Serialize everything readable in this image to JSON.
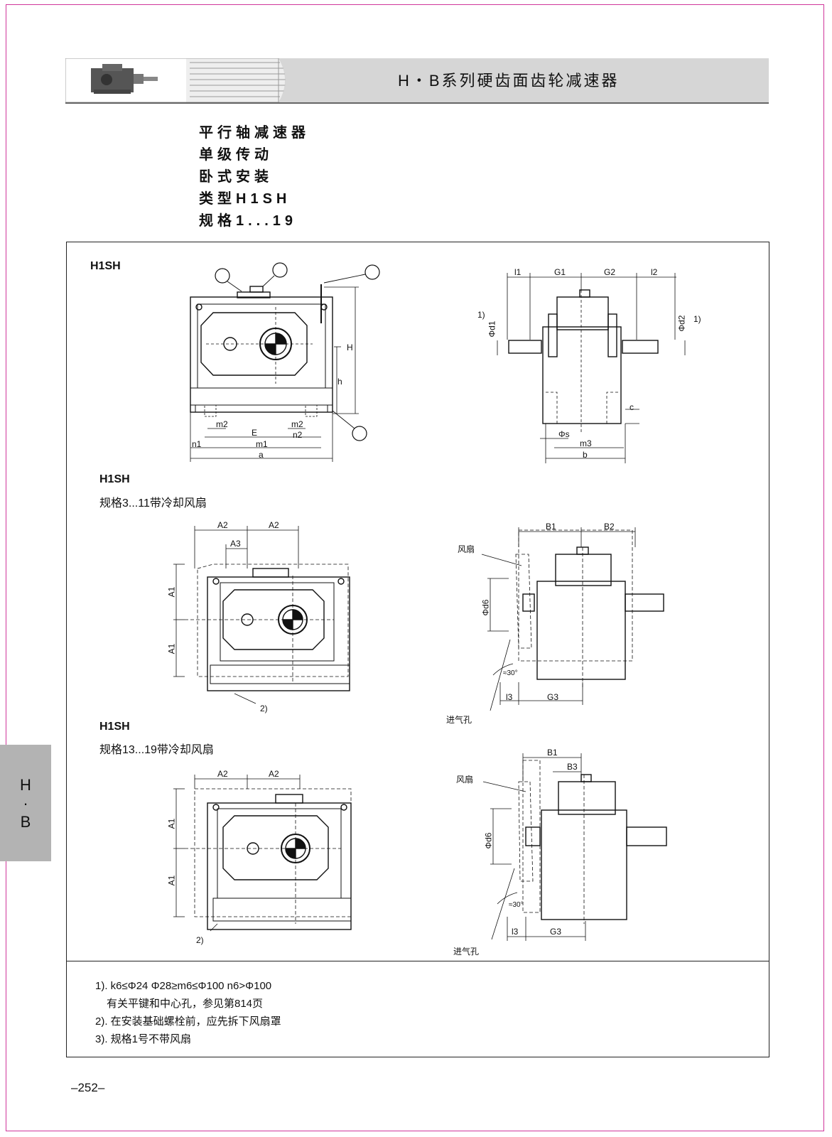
{
  "header": {
    "title": "H・B系列硬齿面齿轮减速器"
  },
  "subtitles": [
    "平行轴减速器",
    "单级传动",
    "卧式安装",
    "类型H1SH",
    "规格1...19"
  ],
  "sections": [
    {
      "title": "H1SH",
      "subtitle": ""
    },
    {
      "title": "H1SH",
      "subtitle": "规格3...11带冷却风扇"
    },
    {
      "title": "H1SH",
      "subtitle": "规格13...19带冷却风扇"
    }
  ],
  "dimensions": {
    "H": "H",
    "h": "h",
    "m2": "m2",
    "E": "E",
    "n2": "n2",
    "n1": "n1",
    "m1": "m1",
    "a": "a",
    "l1": "l1",
    "G1": "G1",
    "G2": "G2",
    "l2": "l2",
    "d1": "Φd1",
    "d2": "Φd2",
    "c": "c",
    "s": "Φs",
    "m3": "m3",
    "b": "b",
    "A2": "A2",
    "A3": "A3",
    "A1": "A1",
    "B1": "B1",
    "B2": "B2",
    "B3": "B3",
    "d6": "Φd6",
    "l3": "l3",
    "G3": "G3",
    "angle": "≈30°",
    "note1": "1)",
    "note2": "2)"
  },
  "callouts": {
    "fan": "风扇",
    "air_inlet": "进气孔"
  },
  "notes": [
    "1). k6≤Φ24  Φ28≥m6≤Φ100  n6>Φ100",
    "有关平键和中心孔，参见第814页",
    "2). 在安装基础螺栓前，应先拆下风扇罩",
    "3). 规格1号不带风扇"
  ],
  "side_tab": {
    "top": "H",
    "dot": "·",
    "bottom": "B"
  },
  "page_number": "–252–"
}
